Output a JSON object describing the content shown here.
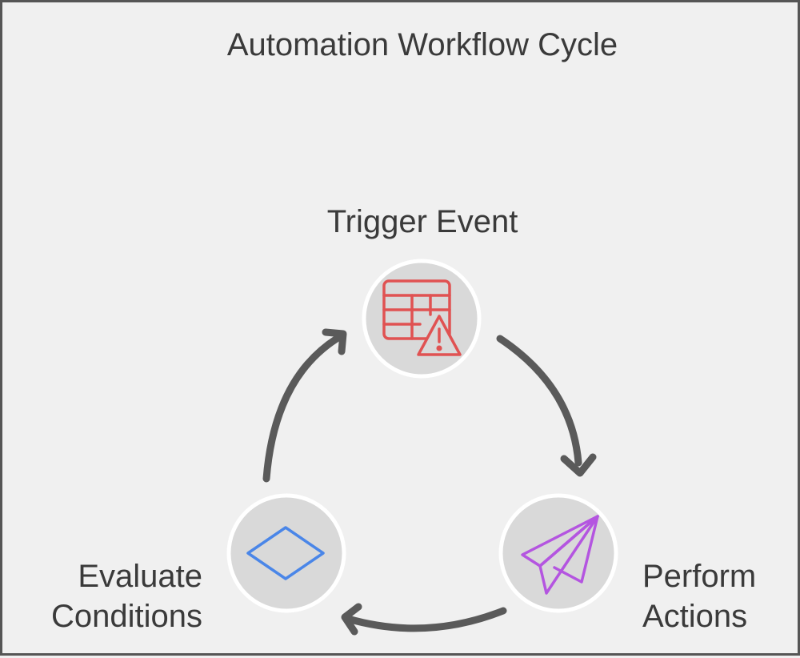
{
  "title": "Automation Workflow Cycle",
  "nodes": {
    "trigger": {
      "label": "Trigger Event",
      "icon": "table-warning-icon",
      "color": "#e05252"
    },
    "perform": {
      "label_line1": "Perform",
      "label_line2": "Actions",
      "icon": "paper-plane-icon",
      "color": "#b455e0"
    },
    "evaluate": {
      "label_line1": "Evaluate",
      "label_line2": "Conditions",
      "icon": "diamond-icon",
      "color": "#4a86e8"
    }
  },
  "colors": {
    "background": "#f0f0f0",
    "border": "#555555",
    "node_fill": "#d9d9d9",
    "node_stroke": "#ffffff",
    "arrow": "#5a5a5a",
    "text": "#3a3a3a"
  }
}
